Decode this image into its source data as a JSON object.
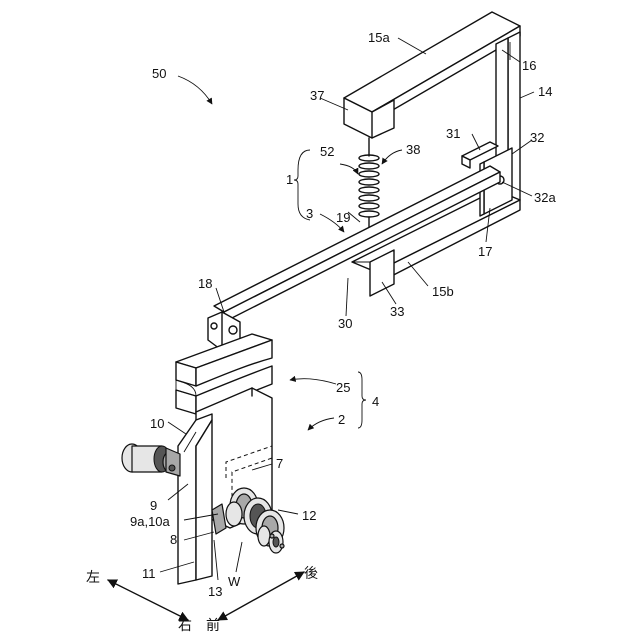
{
  "labels": {
    "l50": "50",
    "l15a": "15a",
    "l16": "16",
    "l14": "14",
    "l37": "37",
    "l31": "31",
    "l32": "32",
    "l32a": "32a",
    "l52": "52",
    "l38": "38",
    "l1": "1",
    "l3": "3",
    "l19": "19",
    "l17": "17",
    "l15b": "15b",
    "l18": "18",
    "l33": "33",
    "l30": "30",
    "l25": "25",
    "l4": "4",
    "l2": "2",
    "l10": "10",
    "l7": "7",
    "l9": "9",
    "l12": "12",
    "l9a10a": "9a,10a",
    "l8": "8",
    "lW": "W",
    "l11": "11",
    "l13": "13"
  },
  "directions": {
    "left": "左",
    "right": "右",
    "front": "前",
    "back": "後"
  }
}
